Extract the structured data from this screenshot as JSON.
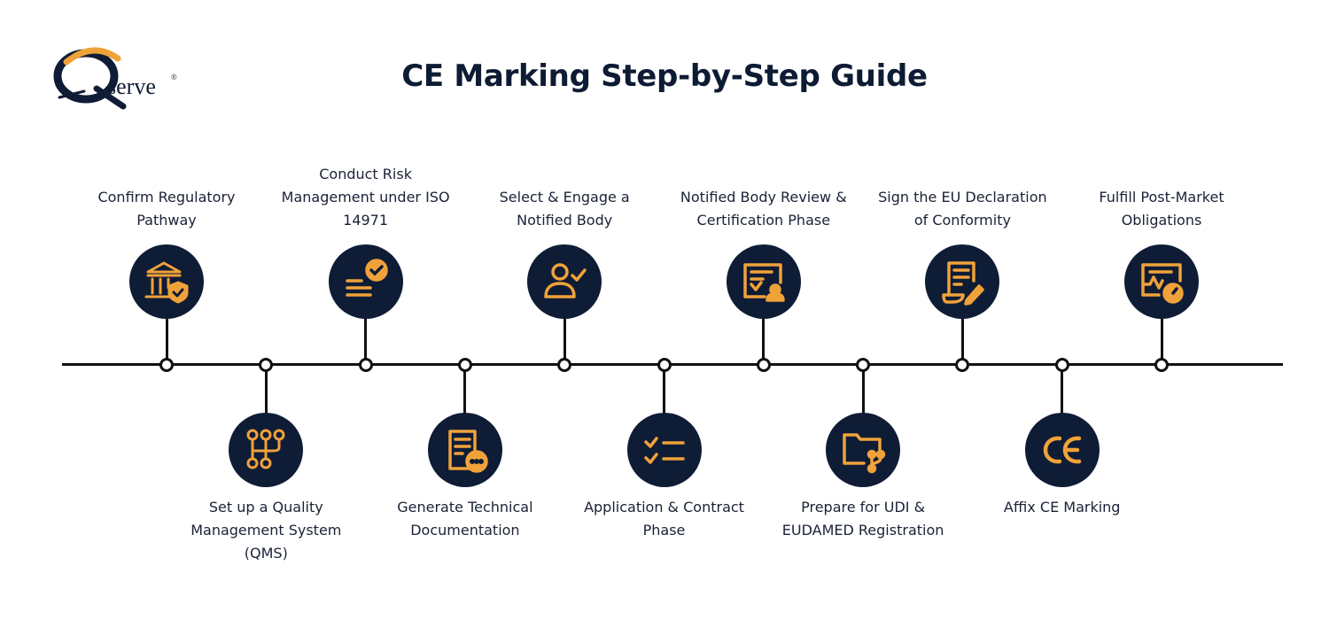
{
  "logo": {
    "text": "serve",
    "mark": "®"
  },
  "title": "CE Marking Step-by-Step Guide",
  "colors": {
    "navy": "#0f1c36",
    "accent": "#f0a23a",
    "line": "#111111"
  },
  "steps": [
    {
      "label": "Confirm Regulatory Pathway",
      "icon": "institution-shield-icon",
      "position": "top"
    },
    {
      "label": "Set up a Quality Management System (QMS)",
      "icon": "workflow-nodes-icon",
      "position": "bottom"
    },
    {
      "label": "Conduct Risk Management under ISO 14971",
      "icon": "list-check-icon",
      "position": "top"
    },
    {
      "label": "Generate Technical Documentation",
      "icon": "document-more-icon",
      "position": "bottom"
    },
    {
      "label": "Select & Engage a Notified Body",
      "icon": "user-check-icon",
      "position": "top"
    },
    {
      "label": "Application & Contract Phase",
      "icon": "checklist-icon",
      "position": "bottom"
    },
    {
      "label": "Notified Body Review & Certification Phase",
      "icon": "certificate-review-icon",
      "position": "top"
    },
    {
      "label": "Prepare for UDI & EUDAMED Registration",
      "icon": "folder-network-icon",
      "position": "bottom"
    },
    {
      "label": "Sign the EU Declaration of Conformity",
      "icon": "document-sign-icon",
      "position": "top"
    },
    {
      "label": "Affix CE Marking",
      "icon": "ce-mark-icon",
      "position": "bottom"
    },
    {
      "label": "Fulfill Post-Market Obligations",
      "icon": "monitor-gauge-icon",
      "position": "top"
    }
  ]
}
